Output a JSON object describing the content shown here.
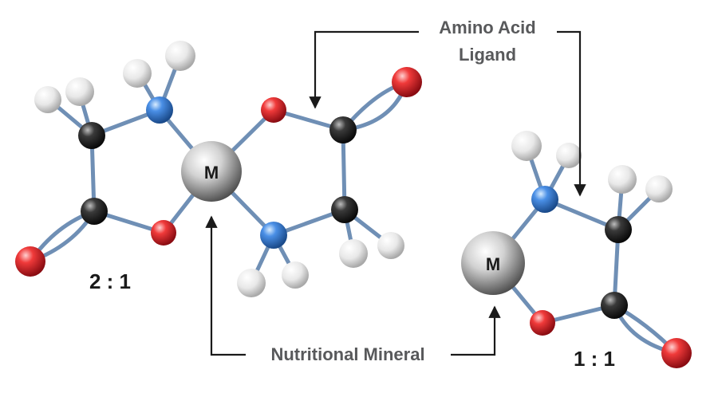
{
  "labels": {
    "ligand_line1": "Amino Acid",
    "ligand_line2": "Ligand",
    "mineral": "Nutritional Mineral",
    "ratio_left": "2 : 1",
    "ratio_right": "1 : 1",
    "metal_symbol": "M"
  },
  "colors": {
    "bond": "#7d9bbf",
    "oxygen": "#e2262e",
    "nitrogen": "#3d7fd6",
    "carbon": "#2a2a2a",
    "hydrogen": "#e6e6e6",
    "metal": "#bfbfbf",
    "arrow": "#1a1a1a",
    "label": "#58595b"
  }
}
